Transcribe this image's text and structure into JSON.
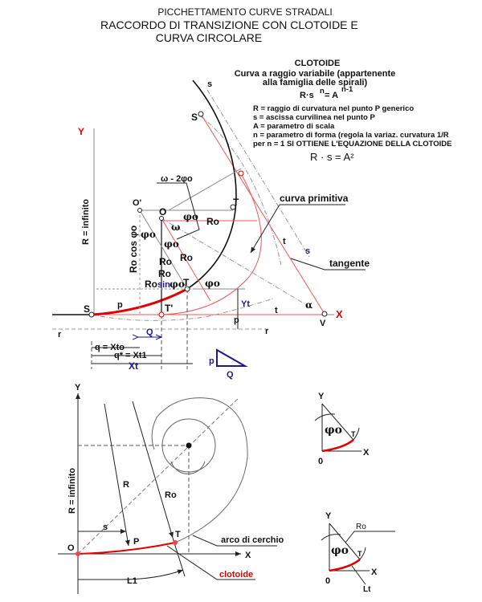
{
  "header": {
    "supertitle": "PICCHETTAMENTO CURVE STRADALI",
    "title_line1": "RACCORDO DI TRANSIZIONE  CON   CLOTOIDE  E",
    "title_line2": "CURVA CIRCOLARE"
  },
  "legend": {
    "heading": "CLOTOIDE",
    "desc_line1": "Curva a raggio variabile (appartenente",
    "desc_line2": "alla famiglia delle spirali)",
    "formula_general": "R·s",
    "formula_general_exp": "n",
    "formula_general_rhs": "= A",
    "formula_general_rhs_exp": "n-1",
    "def_R": "R = raggio di curvatura nel punto P generico",
    "def_s": "s = ascissa curvilinea nel punto P",
    "def_A": "A = parametro di scala",
    "def_n": "n = parametro di forma (regola la variaz. curvatura 1/R",
    "def_n1": "per n = 1 SI OTTIENE L'EQUAZIONE DELLA CLOTOIDE",
    "formula_clothoid": "R · s = A²"
  },
  "main_diagram": {
    "y_axis": "Y",
    "x_axis": "X",
    "r_infinito": "R = infinito",
    "point_S": "S",
    "point_S_upper": "S",
    "point_T_upper": "T",
    "point_T": "T",
    "point_T_prime": "T'",
    "point_O": "O",
    "point_O_prime": "O'",
    "point_V": "V",
    "label_s_top": "s",
    "label_s_blue": "s",
    "omega_box": "ω - 2φo",
    "omega": "ω",
    "phi_o": "φo",
    "Ro": "Ro",
    "Ro_cos": "Ro cos φo",
    "Ro_sin_a": "Ro",
    "Ro_sin_b": "sin",
    "Ro_sin_c": "φo",
    "curva_primitiva": "curva primitiva",
    "tangente": "tangente",
    "t": "t",
    "alpha": "α",
    "Yt": "Yt",
    "p": "p",
    "r": "r",
    "Q": "Q",
    "q_xto": "q = Xto",
    "q_xt1": "q* = Xt1",
    "Xt": "Xt"
  },
  "bottom_diagram": {
    "y_axis": "Y",
    "x_axis": "X",
    "r_infinito": "R = infinito",
    "origin": "O",
    "R": "R",
    "Ro": "Ro",
    "s": "s",
    "P": "P",
    "T": "T",
    "L1": "L1",
    "arco": "arco di cerchio",
    "clotoide": "clotoide"
  },
  "small_diagram_1": {
    "y": "Y",
    "x": "X",
    "origin": "0",
    "phi": "φo",
    "T": "T"
  },
  "small_diagram_2": {
    "y": "Y",
    "x": "X",
    "origin": "0",
    "phi": "φo",
    "T": "T",
    "Ro": "Ro",
    "Lt": "Lt"
  },
  "colors": {
    "clothoid": "#e00000",
    "axis_label": "#e00000",
    "blue_label": "#1a1a8c"
  }
}
